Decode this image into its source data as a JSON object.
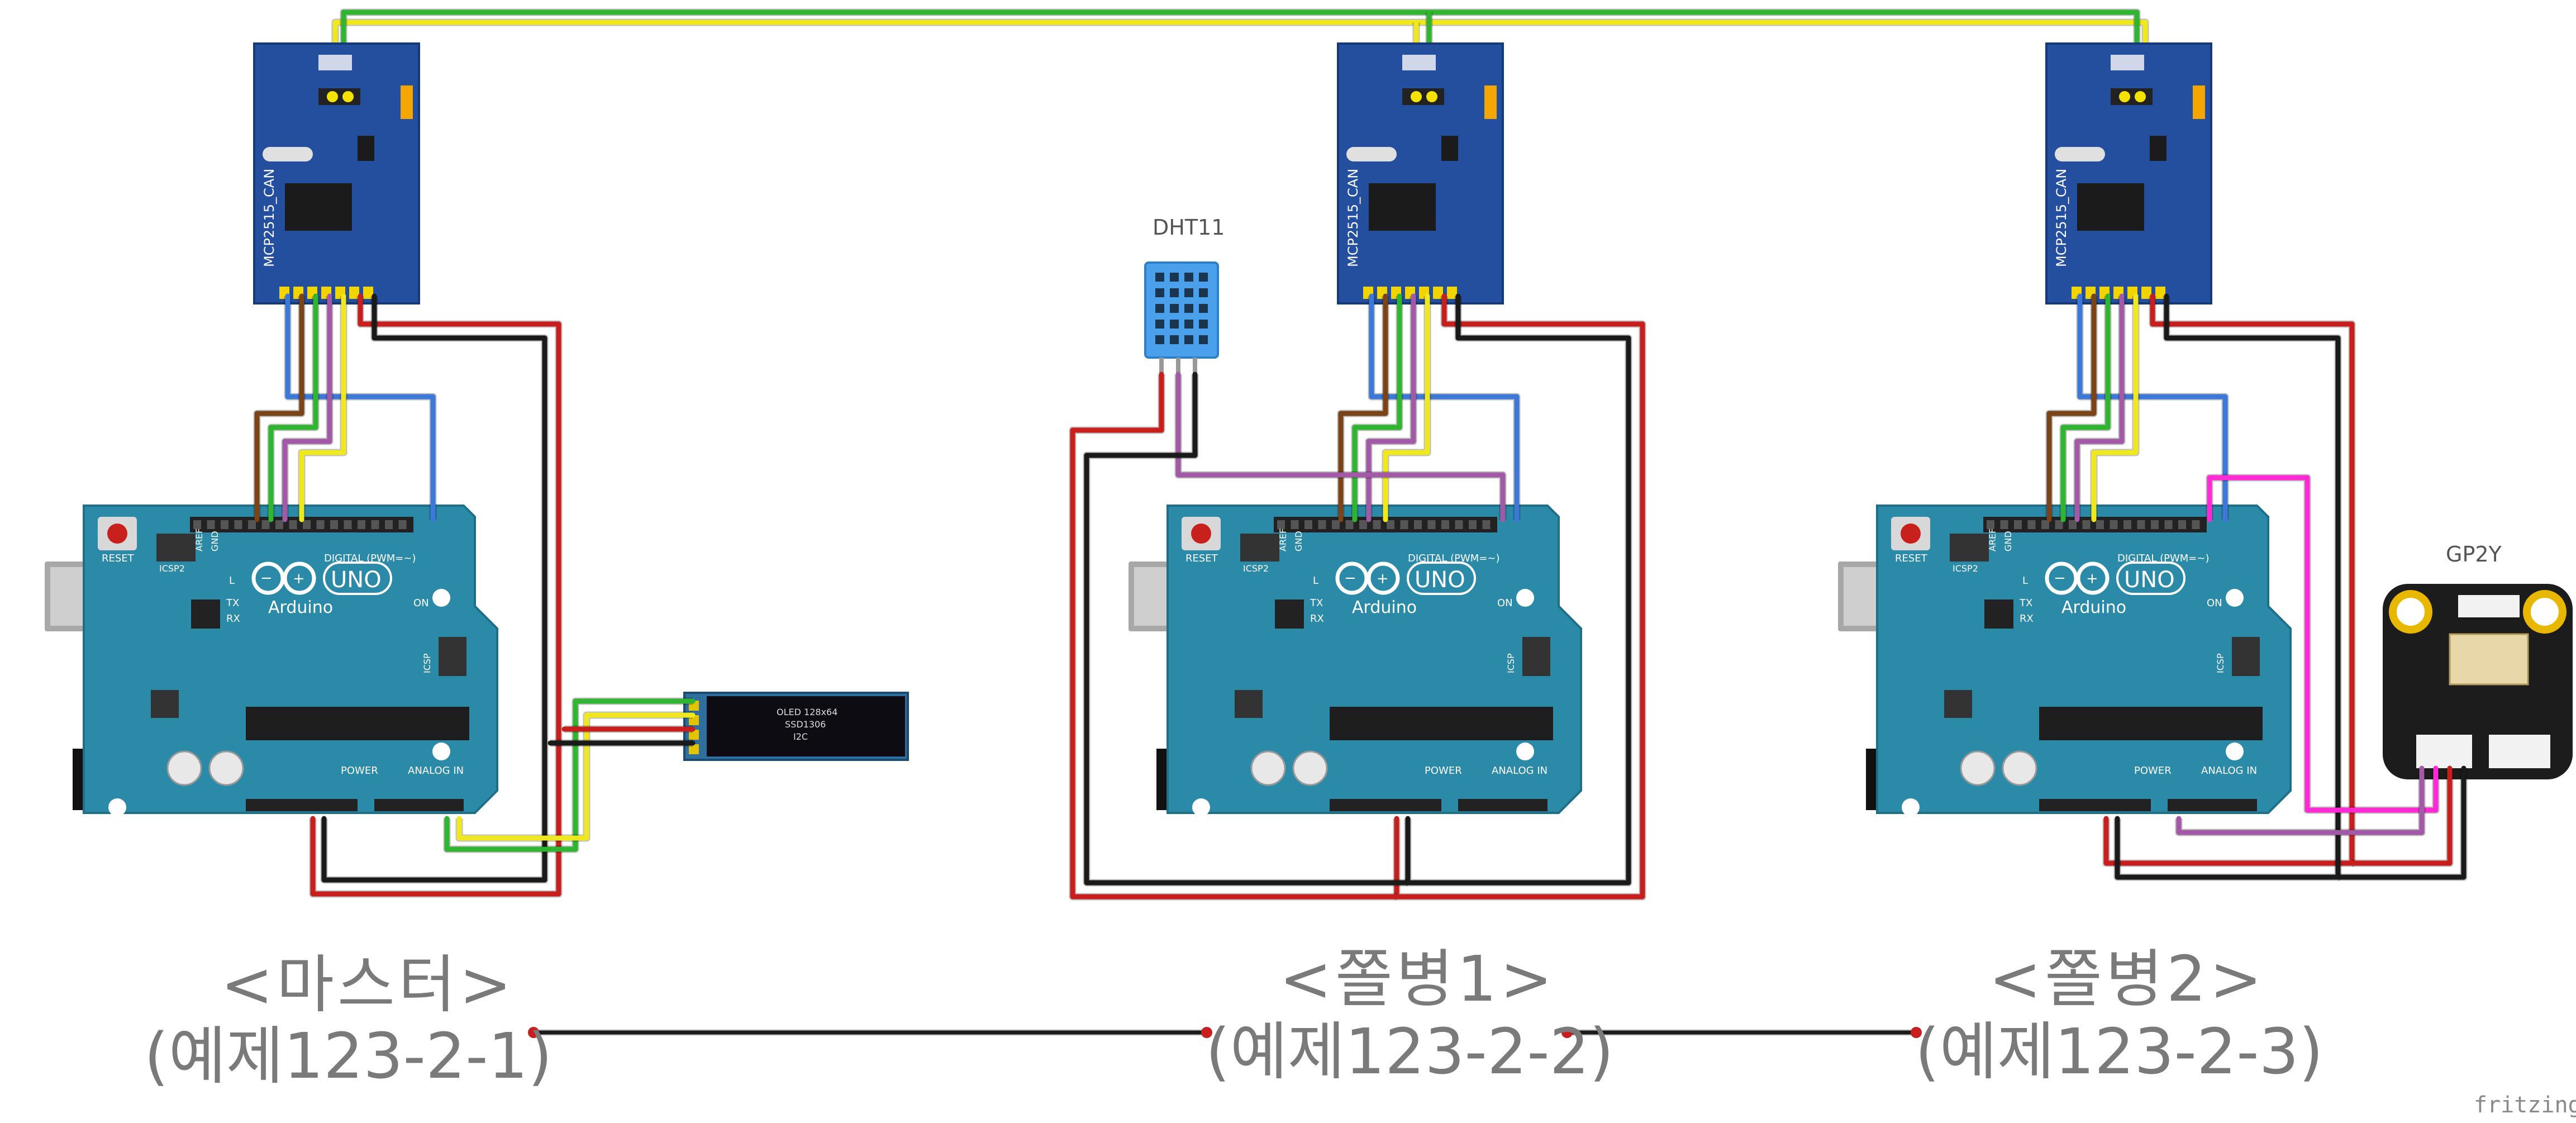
{
  "colors": {
    "board_teal": "#2a8aa8",
    "can_module_blue": "#244f9e",
    "wire_red": "#c81e1e",
    "wire_black": "#1a1a1a",
    "wire_green": "#2fb52f",
    "wire_yellow": "#f0e81e",
    "wire_blue": "#3c78d8",
    "wire_brown": "#7a4418",
    "wire_purple": "#a35aa6",
    "wire_magenta": "#ff2ad4",
    "label_gray": "#7a7a7a"
  },
  "boards": [
    {
      "role": "<마스터>",
      "example": "(예제123-2-1)",
      "arduino_brand": "Arduino",
      "arduino_model": "UNO",
      "can_module": "MCP2515_CAN"
    },
    {
      "role": "<쫄병1>",
      "example": "(예제123-2-2)",
      "arduino_brand": "Arduino",
      "arduino_model": "UNO",
      "can_module": "MCP2515_CAN"
    },
    {
      "role": "<쫄병2>",
      "example": "(예제123-2-3)",
      "arduino_brand": "Arduino",
      "arduino_model": "UNO",
      "can_module": "MCP2515_CAN"
    }
  ],
  "arduino_labels": {
    "reset": "RESET",
    "icsp2": "ICSP2",
    "icsp": "ICSP",
    "digital": "DIGITAL (PWM=~)",
    "power": "POWER",
    "analog": "ANALOG IN",
    "on": "ON",
    "tx": "TX",
    "rx": "RX",
    "l": "L",
    "gnd": "GND",
    "aref": "AREF"
  },
  "oled": {
    "line1": "OLED 128x64",
    "line2": "SSD1306",
    "line3": "I2C"
  },
  "sensors": {
    "dht": "DHT11",
    "dust": "GP2Y"
  },
  "brand": "fritzing"
}
